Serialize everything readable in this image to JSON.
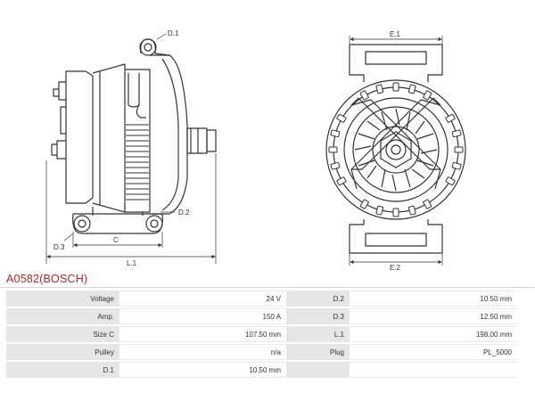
{
  "product": {
    "title": "A0582(BOSCH)"
  },
  "dimension_labels": {
    "d1": "D.1",
    "d2": "D.2",
    "d3": "D.3",
    "c": "C",
    "l1": "L.1",
    "e1": "E.1",
    "e2": "E.2"
  },
  "specs": {
    "rows": [
      {
        "label_left": "Voltage",
        "value_left": "24 V",
        "label_right": "D.2",
        "value_right": "10.50 mm"
      },
      {
        "label_left": "Amp.",
        "value_left": "150 A",
        "label_right": "D.3",
        "value_right": "12.50 mm"
      },
      {
        "label_left": "Size C",
        "value_left": "107.50 mm",
        "label_right": "L.1",
        "value_right": "198.00 mm"
      },
      {
        "label_left": "Pulley",
        "value_left": "n/a",
        "label_right": "Plug",
        "value_right": "PL_5000"
      },
      {
        "label_left": "D.1",
        "value_left": "10.50 mm",
        "label_right": "",
        "value_right": ""
      }
    ]
  }
}
